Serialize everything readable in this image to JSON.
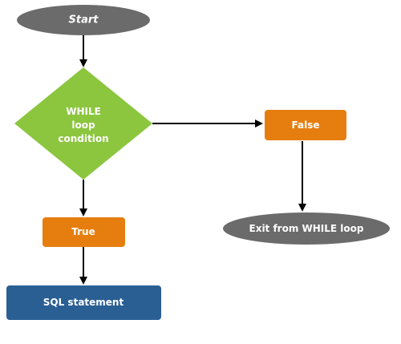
{
  "flowchart": {
    "start_label": "Start",
    "condition_lines": [
      "WHILE",
      "loop",
      "condition"
    ],
    "false_label": "False",
    "exit_label": "Exit from WHILE loop",
    "true_label": "True",
    "statement_label": "SQL statement"
  },
  "colors": {
    "terminal_fill": "#6b6b6b",
    "decision_fill": "#8cc63f",
    "branch_fill": "#e67e0f",
    "process_fill": "#2a5f94",
    "arrow": "#000000",
    "text": "#ffffff"
  }
}
